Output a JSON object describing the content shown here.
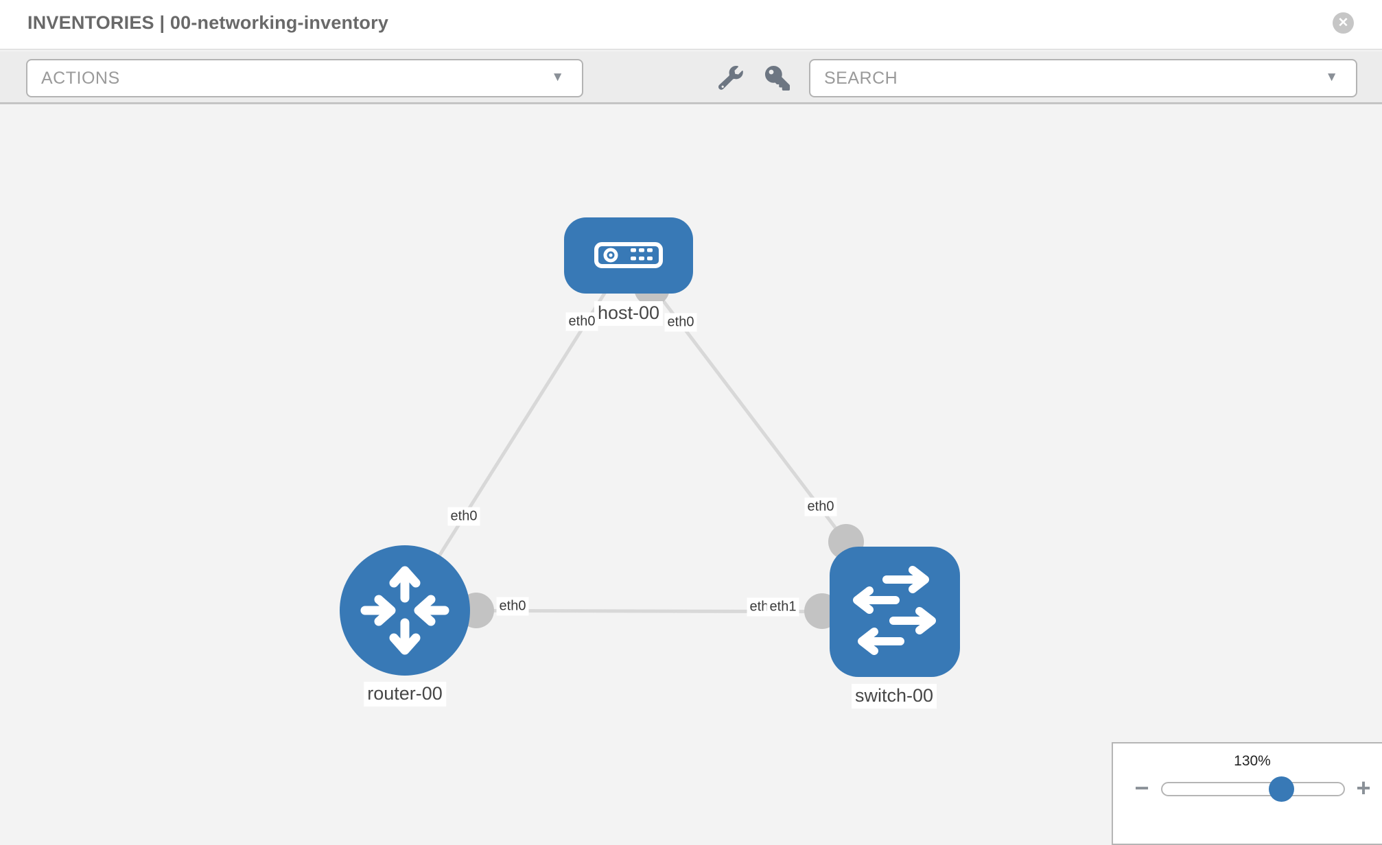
{
  "header": {
    "title": "INVENTORIES | 00-networking-inventory",
    "close_glyph": "✕"
  },
  "toolbar": {
    "actions_label": "ACTIONS",
    "search_label": "SEARCH",
    "caret_glyph": "▼"
  },
  "topology": {
    "nodes": [
      {
        "id": "host-00",
        "type": "host",
        "label": "host-00"
      },
      {
        "id": "router-00",
        "type": "router",
        "label": "router-00"
      },
      {
        "id": "switch-00",
        "type": "switch",
        "label": "switch-00"
      }
    ],
    "links": [
      {
        "from": "host-00",
        "from_interface": "eth0",
        "to": "router-00",
        "to_interface": "eth0"
      },
      {
        "from": "host-00",
        "from_interface": "eth0",
        "to": "switch-00",
        "to_interface": "eth0"
      },
      {
        "from": "router-00",
        "from_interface": "eth0",
        "to": "switch-00",
        "to_interface": "eth1"
      }
    ],
    "occluded_interface_label": "eth0"
  },
  "zoom_control": {
    "level": "130%",
    "zoom_out_glyph": "−",
    "zoom_in_glyph": "+"
  },
  "colors": {
    "node_blue": "#3879b6",
    "edge_gray": "#d8d8d8",
    "endpoint_gray": "#c3c3c3",
    "toolbar_gray": "#ececec"
  }
}
